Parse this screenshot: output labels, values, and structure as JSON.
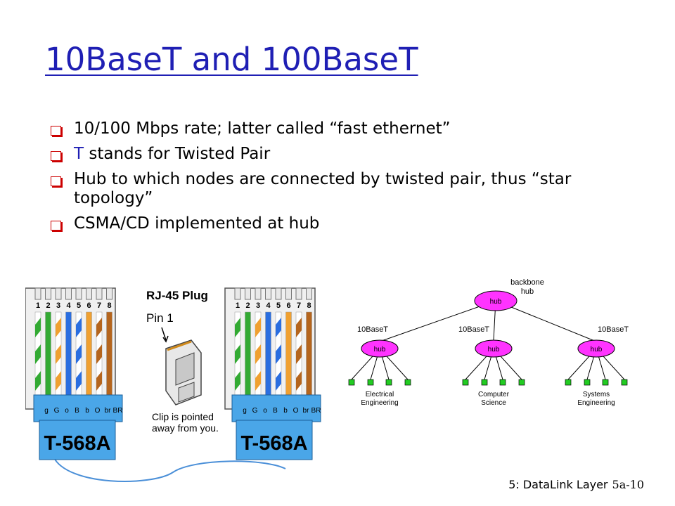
{
  "slide": {
    "title": "10BaseT and 100BaseT",
    "bullets": [
      {
        "prefix": "",
        "text": "10/100 Mbps rate; latter called “fast ethernet”"
      },
      {
        "prefix": "T",
        "text": " stands for Twisted Pair"
      },
      {
        "prefix": "",
        "text": "Hub to which nodes are connected by twisted pair, thus “star topology”"
      },
      {
        "prefix": "",
        "text": "CSMA/CD implemented at hub"
      }
    ],
    "footer": {
      "section": "5: DataLink Layer",
      "page": "5a-10"
    }
  },
  "rj45": {
    "pin_numbers": [
      "1",
      "2",
      "3",
      "4",
      "5",
      "6",
      "7",
      "8"
    ],
    "wire_labels": [
      "g",
      "G",
      "o",
      "B",
      "b",
      "O",
      "br",
      "BR"
    ],
    "standard_label": "T-568A",
    "plug_title": "RJ-45 Plug",
    "pin_label": "Pin 1",
    "clip_note_line1": "Clip is pointed",
    "clip_note_line2": "away from you."
  },
  "hub_diagram": {
    "backbone_label_line1": "backbone",
    "backbone_label_line2": "hub",
    "hub_label": "hub",
    "link_label": "10BaseT",
    "departments": [
      {
        "line1": "Electrical",
        "line2": "Engineering"
      },
      {
        "line1": "Computer",
        "line2": "Science"
      },
      {
        "line1": "Systems",
        "line2": "Engineering"
      }
    ],
    "colors": {
      "hub": "#ff33ff",
      "node": "#22cc22"
    }
  }
}
